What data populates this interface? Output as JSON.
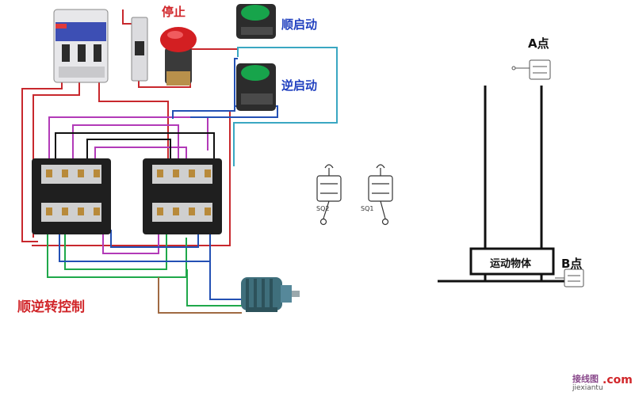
{
  "labels": {
    "stop": "停止",
    "forward_start": "顺启动",
    "reverse_start": "逆启动",
    "caption": "顺逆转控制",
    "point_a": "A点",
    "point_b": "B点",
    "moving_object": "运动物体",
    "sq2": "SQ2",
    "sq1": "SQ1",
    "watermark_cn": "接线图",
    "watermark_com": ".com",
    "watermark_en": "jiexiantu"
  },
  "colors": {
    "red": "#d1262a",
    "blue": "#1f3fbf",
    "wire_red": "#c8282d",
    "wire_magenta": "#b23ab8",
    "wire_blue": "#2350b4",
    "wire_teal": "#3aa7c2",
    "wire_green": "#1fa84a",
    "wire_black": "#111111",
    "wire_brown": "#a06a43"
  },
  "icons": {
    "circuit_breaker": "breaker-icon",
    "fuse_switch": "single-pole-switch-icon",
    "stop_button": "red-mushroom-button-icon",
    "start_buttons": "green-push-button-icon",
    "contactors": "contactor-icon",
    "motor": "motor-icon",
    "limit_switches": "limit-switch-icon"
  }
}
